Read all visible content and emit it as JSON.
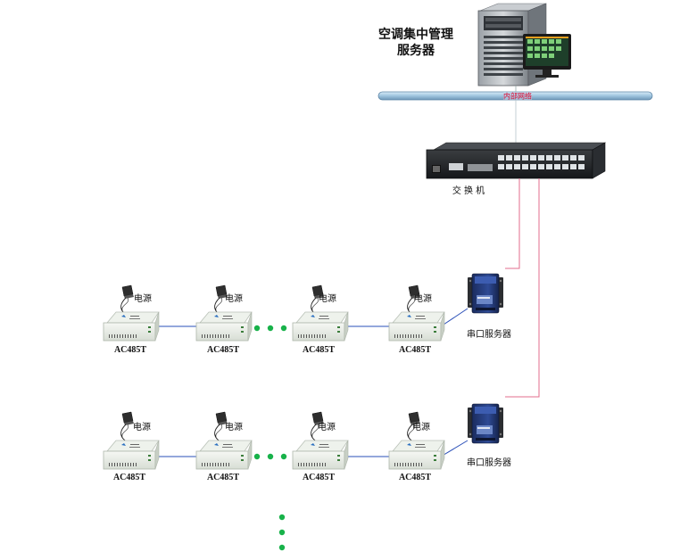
{
  "server": {
    "title_line1": "空调集中管理",
    "title_line2": "服务器"
  },
  "network": {
    "bus_label": "内部网络"
  },
  "switch": {
    "label": "交 换 机"
  },
  "serial_server": {
    "label": "串口服务器"
  },
  "device": {
    "label": "AC485T",
    "power_label": "电源"
  },
  "rows": [
    {
      "devices": [
        "AC485T",
        "AC485T",
        "AC485T",
        "AC485T"
      ]
    },
    {
      "devices": [
        "AC485T",
        "AC485T",
        "AC485T",
        "AC485T"
      ]
    }
  ],
  "colors": {
    "bus": "#9fc4de",
    "link_blue": "#2a4fb8",
    "link_pink": "#e36d8c",
    "dot_green": "#18b24a",
    "device_body": "#e8ede6"
  },
  "icons": [
    "server-icon",
    "monitor-icon",
    "switch-icon",
    "serial-server-icon",
    "power-adapter-icon",
    "ac485t-device-icon"
  ]
}
